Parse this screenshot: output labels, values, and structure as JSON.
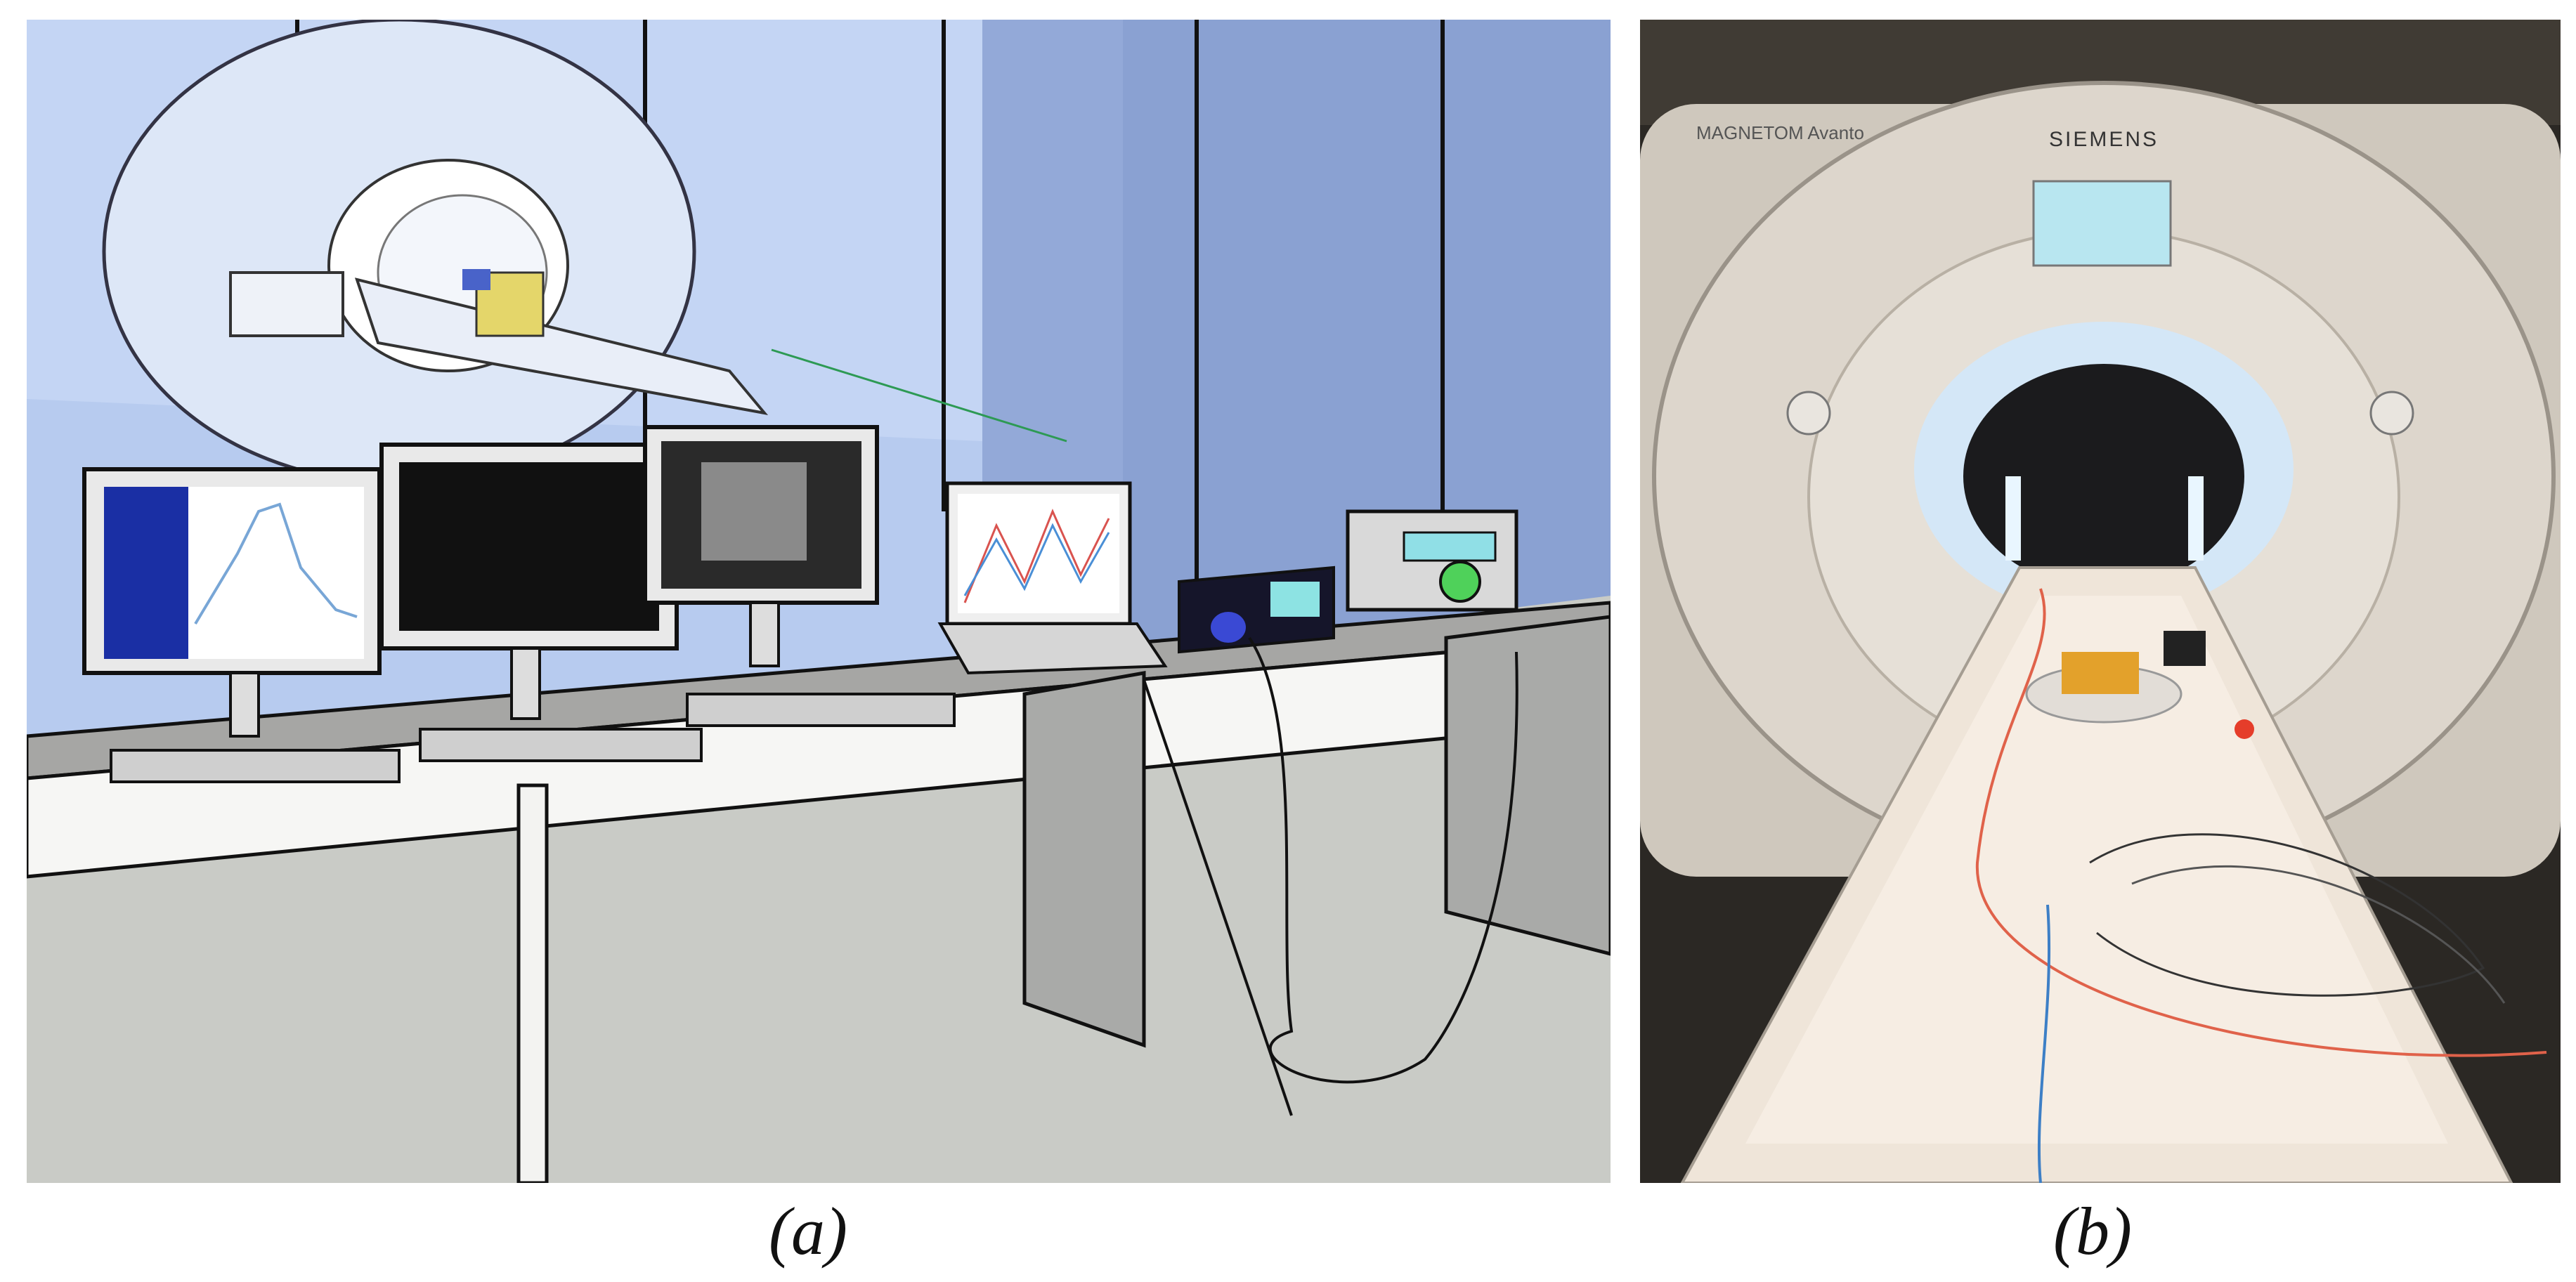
{
  "figure": {
    "panel_a": {
      "caption": "(a)",
      "palette": {
        "wall": "#b9cdf2",
        "floor": "#c9cbc6",
        "desk": "#f4f4f2",
        "desk_edge": "#9a9a98",
        "screen_dark": "#111111"
      }
    },
    "panel_b": {
      "caption": "(b)",
      "brand": "SIEMENS",
      "model": "MAGNETOM Avanto",
      "palette": {
        "housing": "#d6d0c6",
        "bore": "#1d1d1f",
        "glow": "#bfe3ff",
        "table": "#efe6dc"
      }
    }
  }
}
